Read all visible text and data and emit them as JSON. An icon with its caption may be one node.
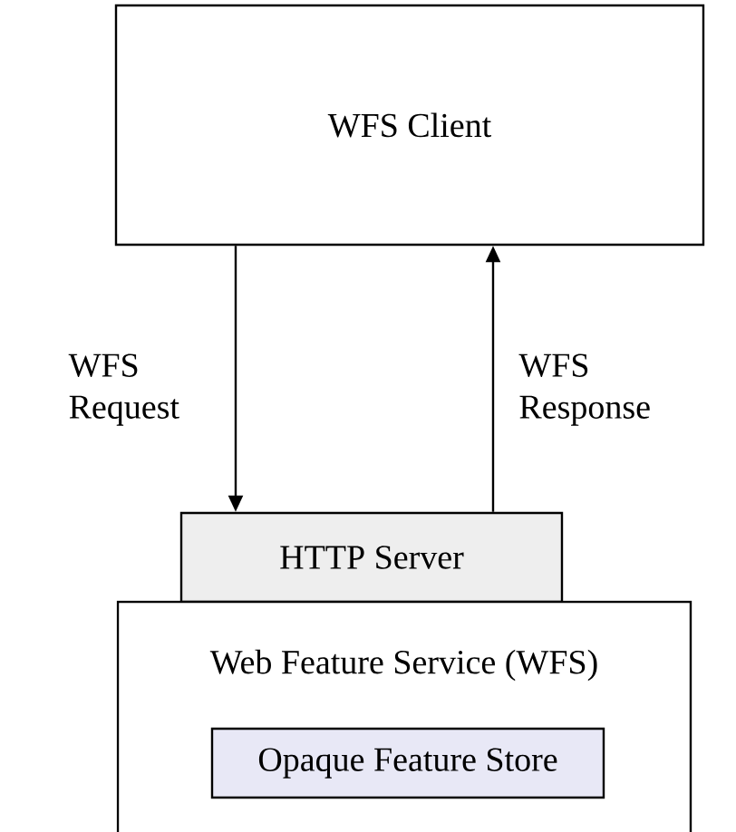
{
  "diagram": {
    "nodes": [
      {
        "text": [
          "WFS Client"
        ]
      },
      {
        "text": [
          "HTTP Server"
        ]
      },
      {
        "text": [
          "Web Feature Service (WFS)"
        ]
      },
      {
        "text": [
          "Opaque Feature Store"
        ],
        "in": 2
      }
    ],
    "edges": [
      {
        "from": 0,
        "to": 1,
        "arrow": "to",
        "label": "WFS Request"
      },
      {
        "from": 1,
        "to": 0,
        "arrow": "to",
        "label": "WFS Response"
      }
    ]
  }
}
